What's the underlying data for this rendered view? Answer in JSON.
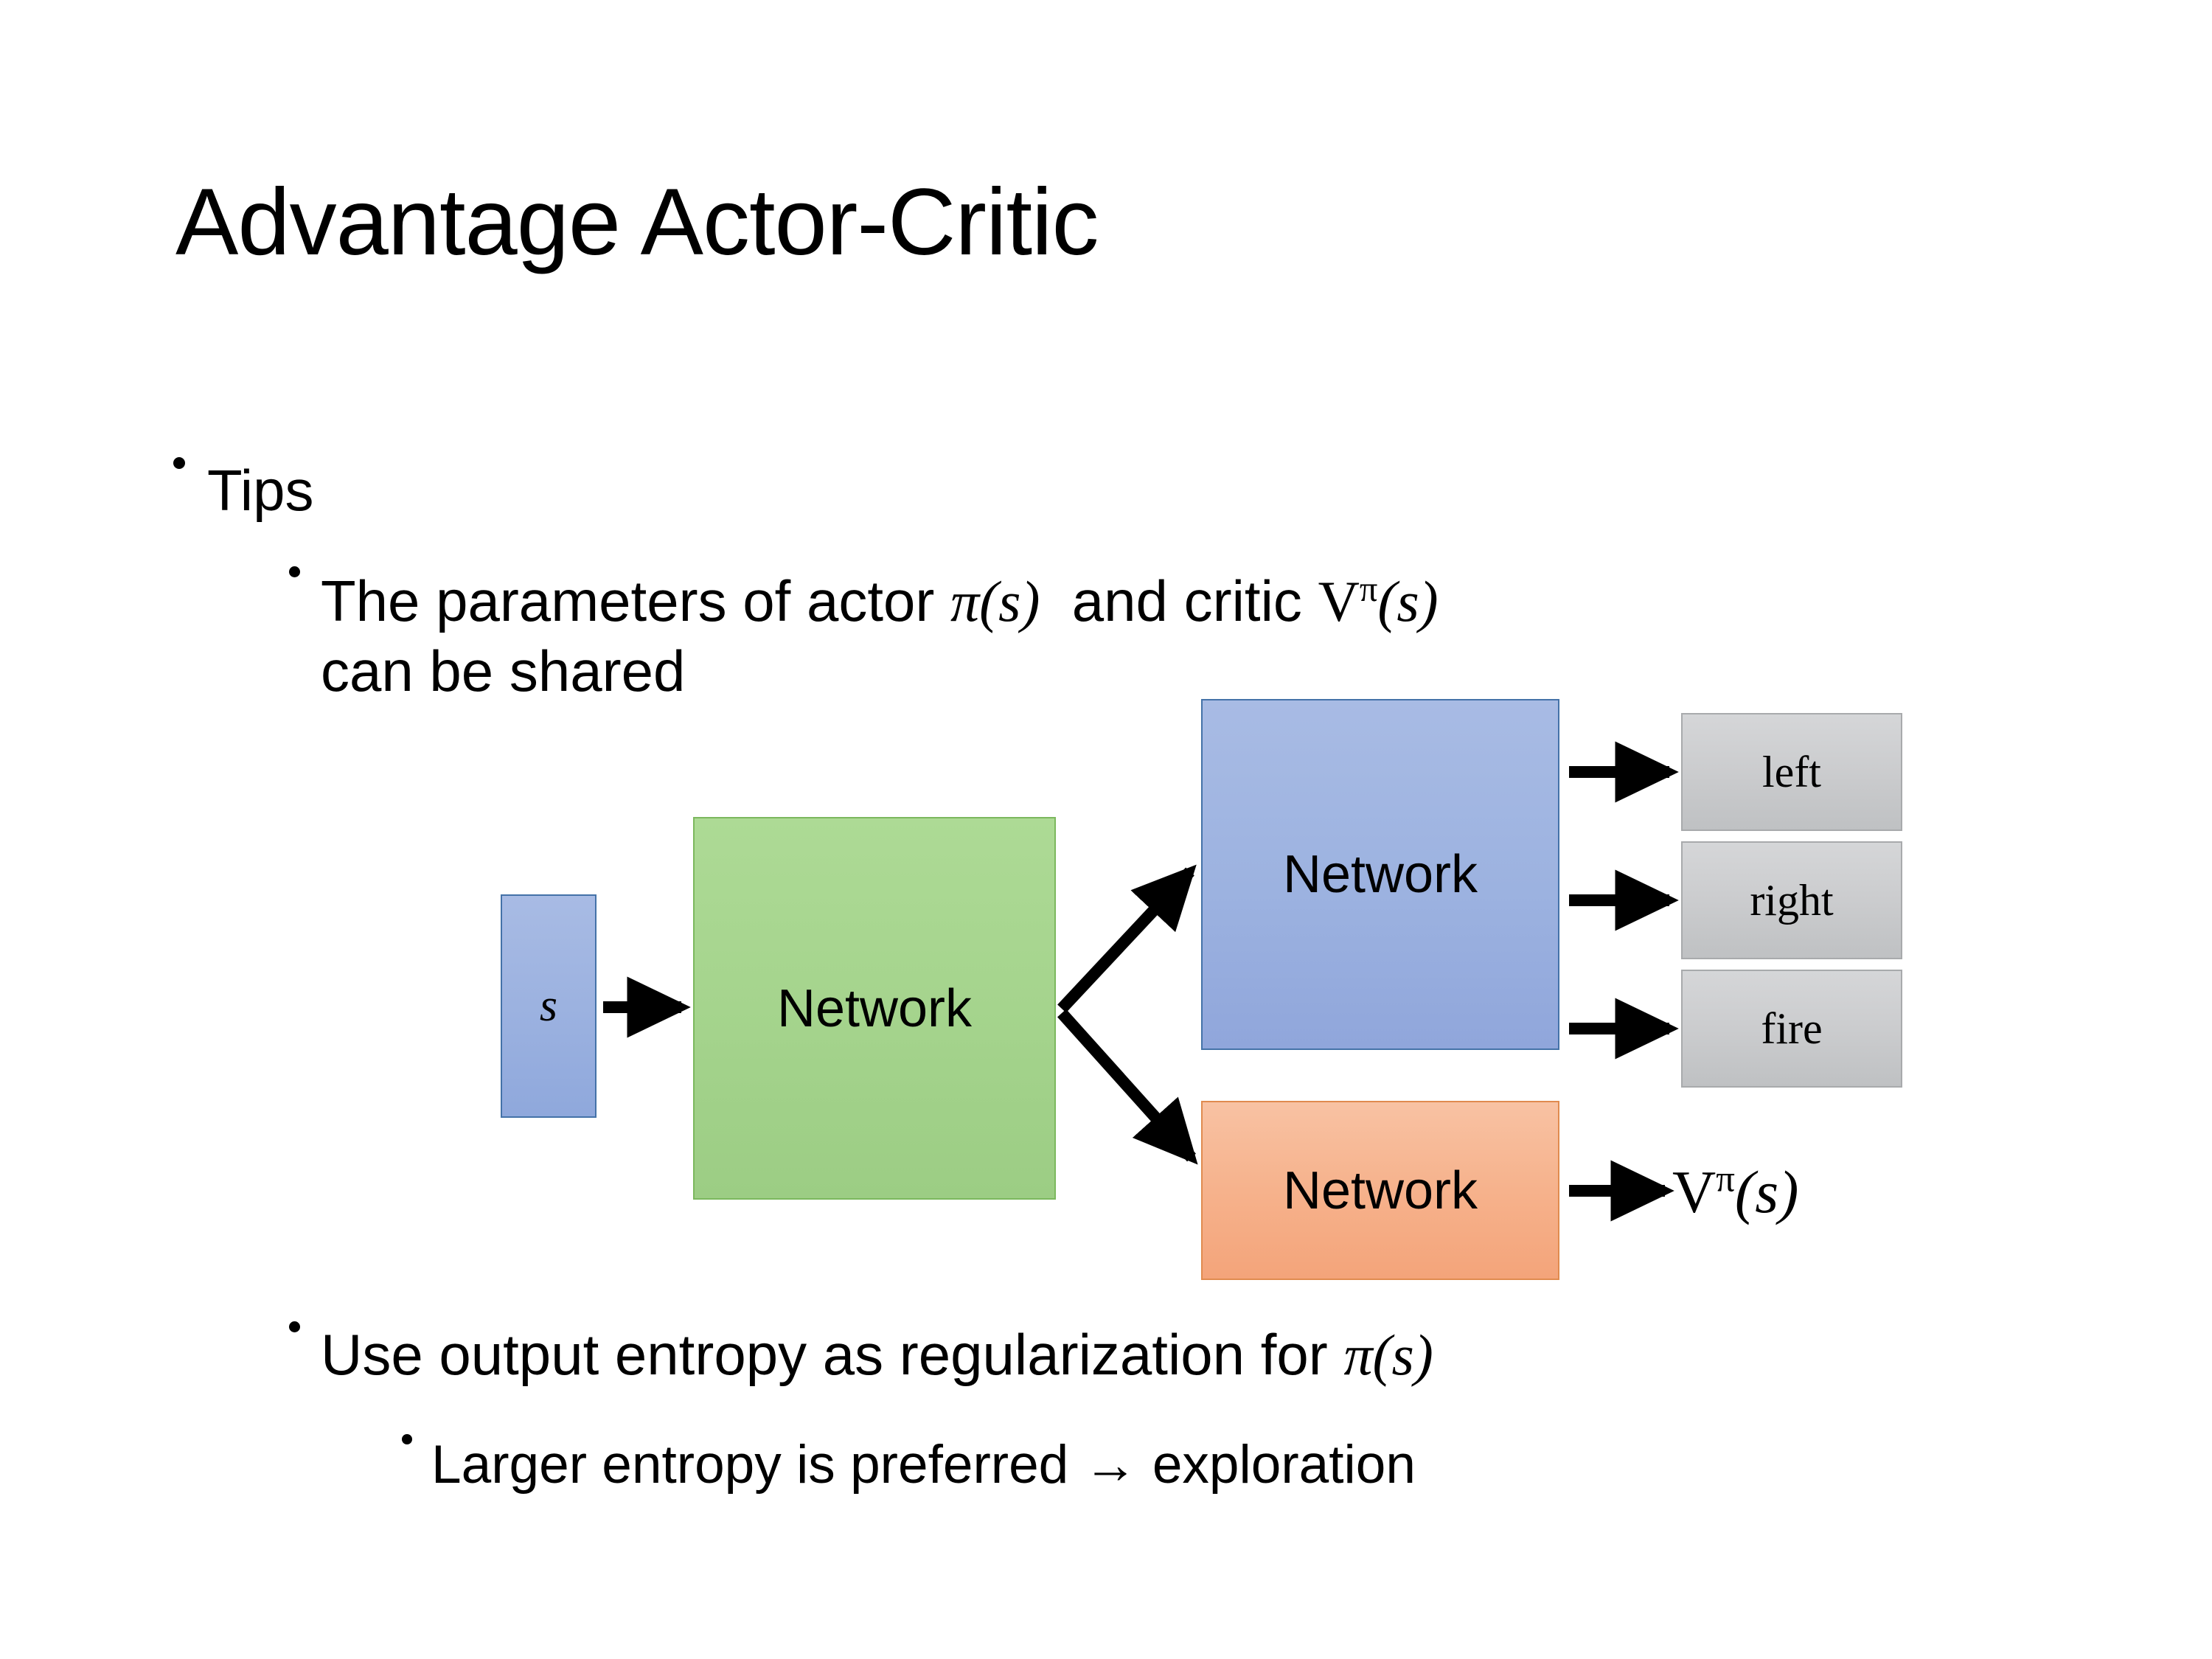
{
  "slide": {
    "title": "Advantage Actor-Critic",
    "background": "#ffffff"
  },
  "bullets": {
    "tips": "Tips",
    "params_line1_a": "The parameters of actor ",
    "params_pi": "π",
    "params_paren_s_1": "(s)",
    "params_line1_b": "  and critic ",
    "params_V": "V",
    "params_V_sup": "π",
    "params_paren_s_2": "(s)",
    "params_line2": "can be shared",
    "entropy_a": "Use output entropy as regularization for ",
    "entropy_pi": "π",
    "entropy_paren_s": "(s)",
    "larger": "Larger entropy is preferred → exploration"
  },
  "diagram": {
    "state_label": "s",
    "shared_network_label": "Network",
    "actor_network_label": "Network",
    "critic_network_label": "Network",
    "actions": [
      "left",
      "right",
      "fire"
    ],
    "critic_output_V": "V",
    "critic_output_sup": "π",
    "critic_output_arg": "(s)",
    "colors": {
      "state_box": "#9cb2e0",
      "state_border": "#4472a8",
      "shared_box": "#a5d48d",
      "shared_border": "#7cb85e",
      "actor_box": "#9cb2e0",
      "actor_border": "#4472a8",
      "critic_box": "#f6b28c",
      "critic_border": "#e08b4f",
      "action_box": "#cbccce",
      "action_border": "#a8aaac",
      "arrow": "#000000"
    }
  }
}
